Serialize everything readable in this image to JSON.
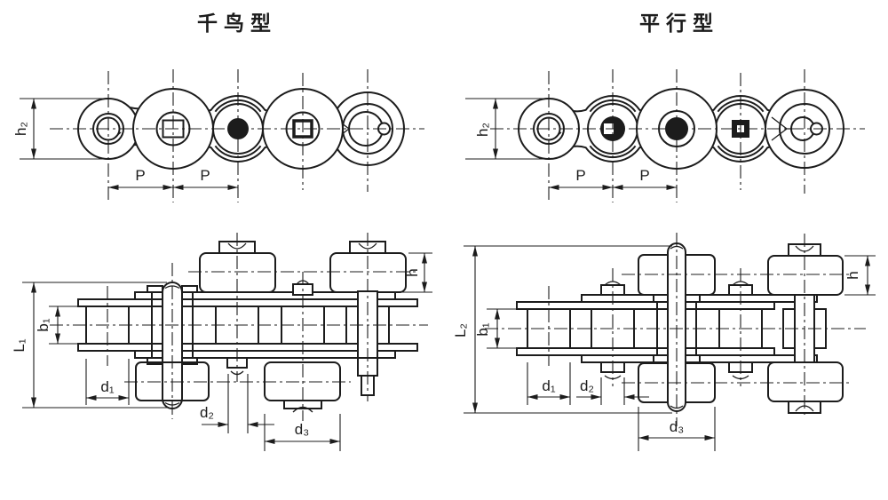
{
  "titles": {
    "left": "千鸟型",
    "right": "平行型"
  },
  "left_view": {
    "h2": "h₂",
    "p1": "P",
    "p2": "P"
  },
  "right_view": {
    "h2": "h₂",
    "p1": "P",
    "p2": "P"
  },
  "left_section": {
    "L": "L₁",
    "b1": "b₁",
    "d1": "d₁",
    "d2": "d₂",
    "d3": "d₃",
    "h": "h"
  },
  "right_section": {
    "L": "L₂",
    "b1": "b₁",
    "d1": "d₁",
    "d2": "d₂",
    "d3": "d₃",
    "h": "h"
  },
  "colors": {
    "line": "#1c1c1c",
    "background": "#ffffff"
  }
}
